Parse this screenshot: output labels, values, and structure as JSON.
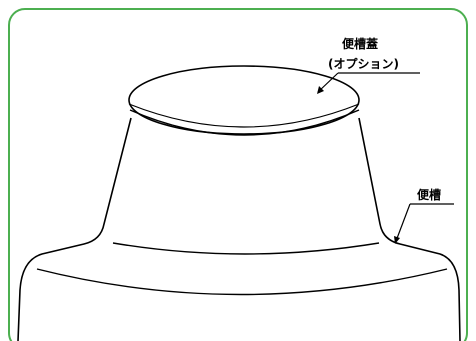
{
  "labels": {
    "lid_line1": "便槽蓋",
    "lid_line2": "(オプション)",
    "tank": "便槽"
  },
  "colors": {
    "frame_border": "#4caf50",
    "line": "#000000",
    "background": "#ffffff"
  }
}
